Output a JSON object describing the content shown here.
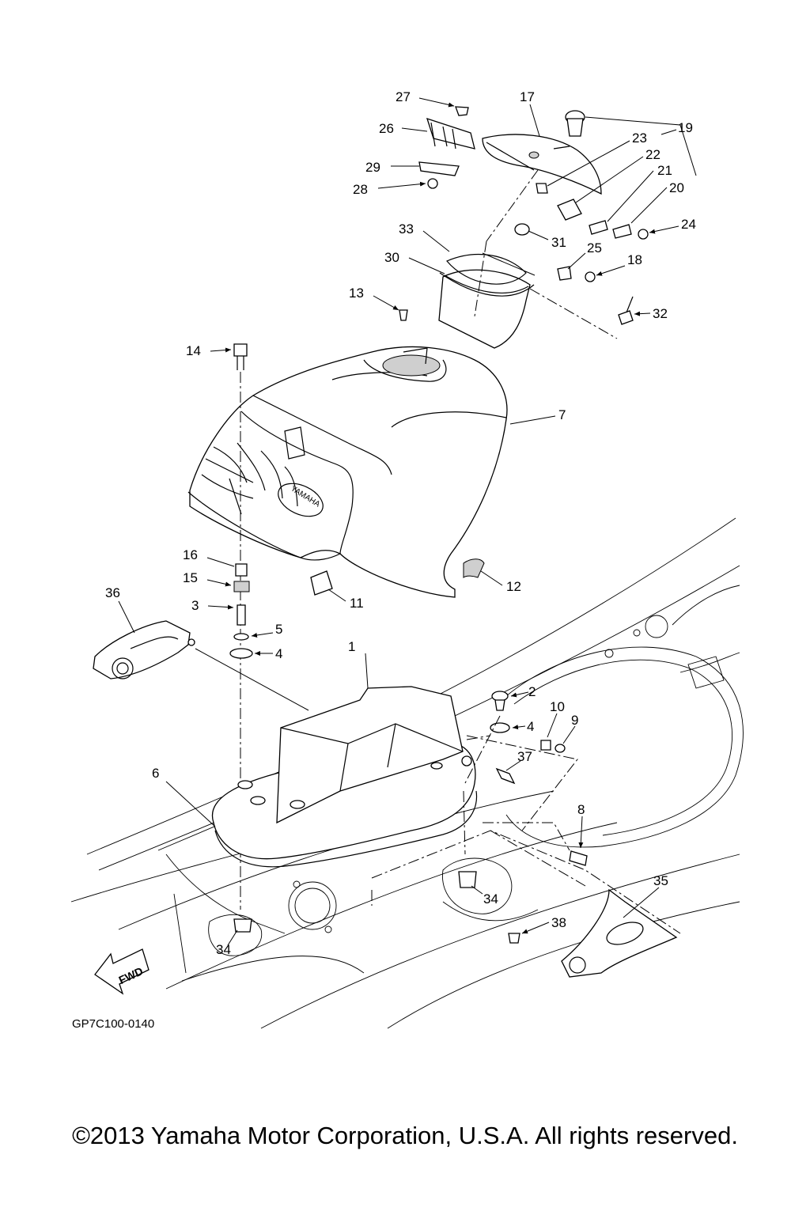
{
  "diagram": {
    "drawing_code": "GP7C100-0140",
    "fwd_label": "FWD",
    "logo_text": "YAMAHA",
    "callouts": [
      "1",
      "2",
      "3",
      "4",
      "4",
      "5",
      "6",
      "7",
      "8",
      "9",
      "10",
      "11",
      "12",
      "13",
      "14",
      "15",
      "16",
      "17",
      "18",
      "19",
      "20",
      "21",
      "22",
      "23",
      "24",
      "25",
      "26",
      "27",
      "28",
      "29",
      "30",
      "31",
      "32",
      "33",
      "34",
      "34",
      "35",
      "36",
      "37",
      "38"
    ]
  },
  "footer": {
    "copyright": "©2013 Yamaha Motor Corporation, U.S.A. All rights reserved."
  }
}
